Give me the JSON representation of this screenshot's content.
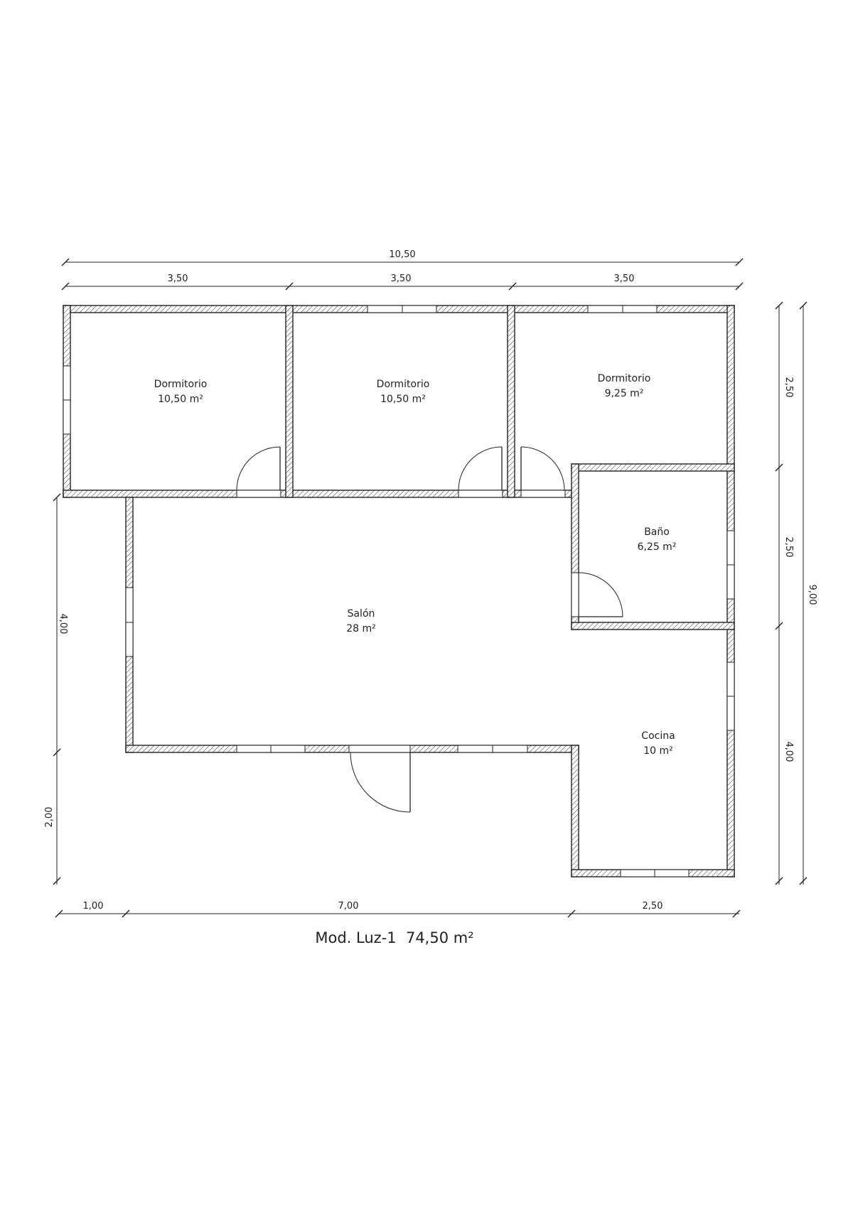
{
  "plan": {
    "title": "Mod. Luz-1  74,50 m²",
    "rooms": {
      "dorm1": {
        "name": "Dormitorio",
        "area": "10,50 m²"
      },
      "dorm2": {
        "name": "Dormitorio",
        "area": "10,50 m²"
      },
      "dorm3": {
        "name": "Dormitorio",
        "area": "9,25 m²"
      },
      "bano": {
        "name": "Baño",
        "area": "6,25 m²"
      },
      "salon": {
        "name": "Salón",
        "area": "28 m²"
      },
      "cocina": {
        "name": "Cocina",
        "area": "10 m²"
      }
    },
    "dimensions": {
      "top_total": "10,50",
      "top_1": "3,50",
      "top_2": "3,50",
      "top_3": "3,50",
      "right_1": "2,50",
      "right_2": "2,50",
      "right_3": "4,00",
      "right_total": "9,00",
      "left_1": "4,00",
      "left_2": "2,00",
      "bottom_1": "1,00",
      "bottom_2": "7,00",
      "bottom_3": "2,50"
    }
  }
}
